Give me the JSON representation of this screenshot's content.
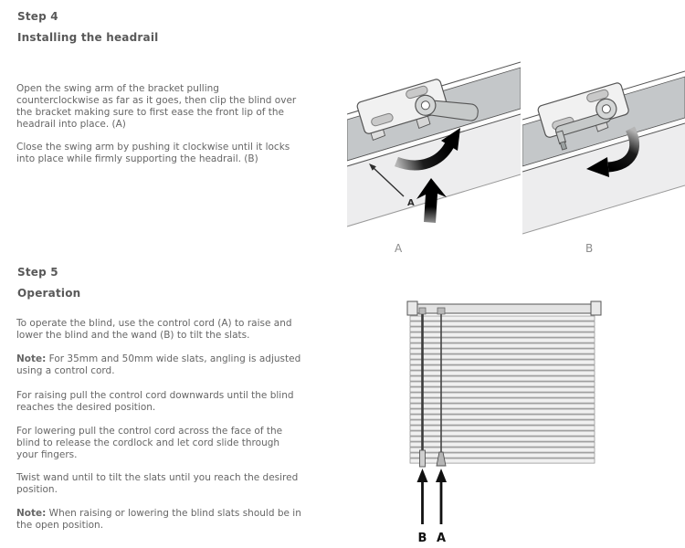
{
  "colors": {
    "heading": "#595959",
    "body": "#666666",
    "caption": "#8c8c8c",
    "rail_gray": "#c4c7c9",
    "face_gray": "#ededee",
    "bracket_fill": "#f1f1f1",
    "arm_fill": "#c6c9c9",
    "slat_fill": "#f0f0f0",
    "slat_stroke": "#8a8a8a"
  },
  "step4": {
    "title": "Step 4",
    "subtitle": "Installing the headrail",
    "para1": [
      "Open the swing arm of the bracket pulling",
      "counterclockwise as far as it goes, then clip the blind over",
      "the bracket making sure to first ease the front lip of the",
      "headrail into place. (A)"
    ],
    "para2": [
      "Close the swing arm by pushing it clockwise until it locks",
      "into place while firmly supporting the headrail. (B)"
    ],
    "figure_a": {
      "caption": "A",
      "annotation": "A"
    },
    "figure_b": {
      "caption": "B"
    }
  },
  "step5": {
    "title": "Step 5",
    "subtitle": "Operation",
    "para1": [
      "To operate the blind, use the control cord (A) to raise and",
      "lower the blind and the wand (B) to tilt the slats."
    ],
    "note1": {
      "label": "Note:",
      "text": [
        " For 35mm and 50mm wide slats, angling is adjusted",
        "using a control cord."
      ]
    },
    "para2": [
      "For raising pull the control cord downwards until the blind",
      "reaches the desired position."
    ],
    "para3": [
      "For lowering pull the control cord across the face of the",
      "blind to release the cordlock and let cord slide through",
      "your fingers."
    ],
    "para4": [
      "Twist wand until to tilt the slats until you reach the desired",
      "position."
    ],
    "note2": {
      "label": "Note:",
      "text": [
        " When raising or lowering the blind slats should be in",
        "the open position."
      ]
    },
    "diagram": {
      "slat_count": 27,
      "wand_label": "B",
      "cord_label": "A"
    }
  }
}
